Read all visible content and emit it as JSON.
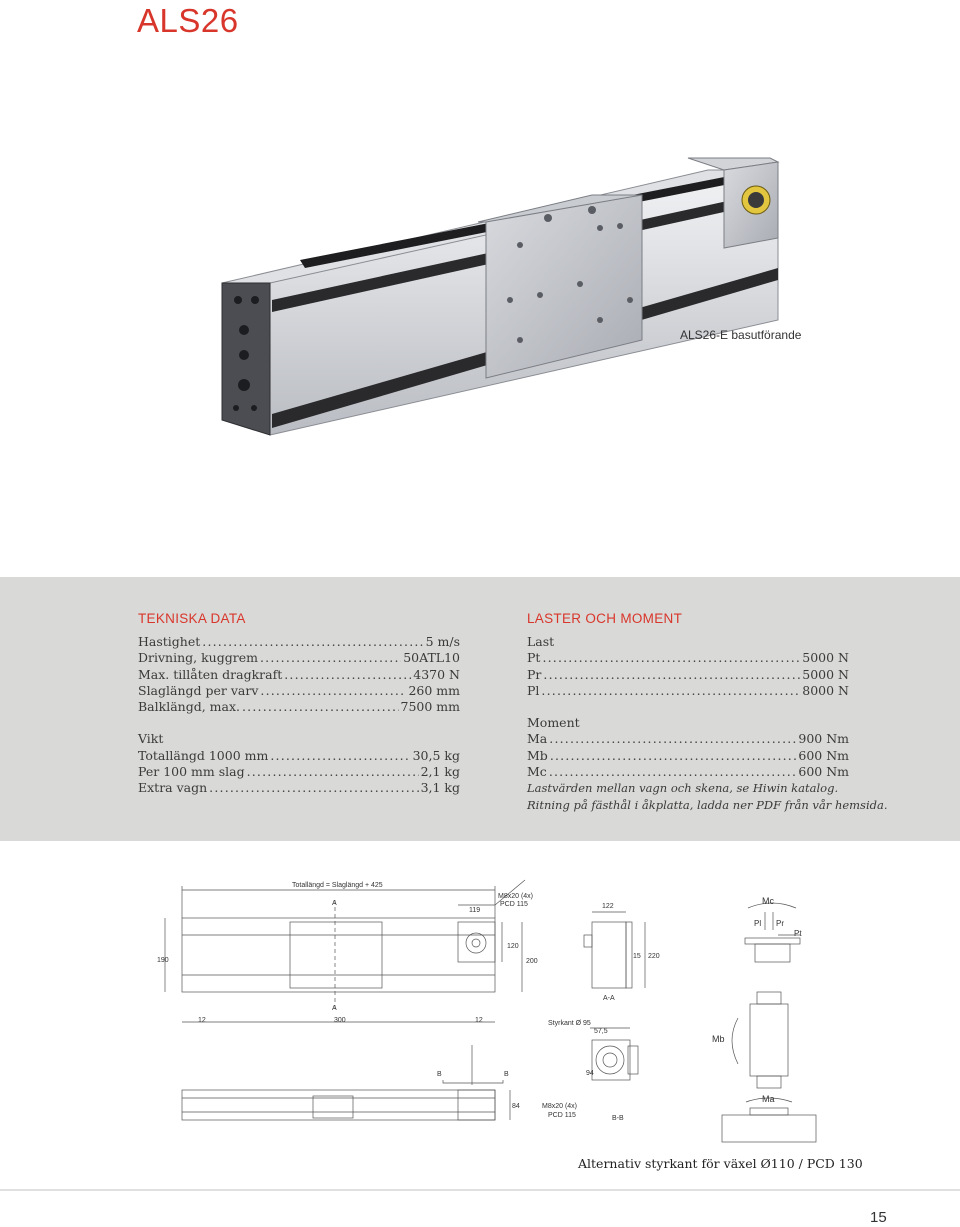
{
  "header": {
    "title": "ALS26"
  },
  "hero": {
    "caption": "ALS26-E basutförande"
  },
  "tech": {
    "heading": "TEKNISKA DATA",
    "rows": [
      {
        "label": "Hastighet",
        "value": "5 m/s"
      },
      {
        "label": "Drivning, kuggrem",
        "value": "50ATL10"
      },
      {
        "label": "Max. tillåten dragkraft",
        "value": "4370 N"
      },
      {
        "label": "Slaglängd per varv",
        "value": "260 mm"
      },
      {
        "label": "Balklängd, max.",
        "value": "7500 mm"
      }
    ],
    "weight_heading": "Vikt",
    "weight_rows": [
      {
        "label": "Totallängd 1000 mm",
        "value": "30,5 kg"
      },
      {
        "label": "Per 100 mm slag",
        "value": "2,1 kg"
      },
      {
        "label": "Extra vagn",
        "value": "3,1 kg"
      }
    ]
  },
  "loads": {
    "heading": "LASTER OCH MOMENT",
    "last_heading": "Last",
    "last_rows": [
      {
        "label": "Pt",
        "value": "5000 N"
      },
      {
        "label": "Pr",
        "value": "5000 N"
      },
      {
        "label": "Pl",
        "value": "8000 N"
      }
    ],
    "moment_heading": "Moment",
    "moment_rows": [
      {
        "label": "Ma",
        "value": "900 Nm"
      },
      {
        "label": "Mb",
        "value": "600 Nm"
      },
      {
        "label": "Mc",
        "value": "600 Nm"
      }
    ],
    "note1": "Lastvärden mellan vagn och skena, se Hiwin katalog.",
    "note2": "Ritning på fästhål i åkplatta, ladda ner PDF från vår hemsida."
  },
  "drawing": {
    "total_length": "Totallängd = Slaglängd + 425",
    "dim_119": "119",
    "dim_120": "120",
    "dim_200": "200",
    "dim_190": "190",
    "dim_12": "12",
    "dim_300": "300",
    "dim_12b": "12",
    "section_a": "A",
    "section_a2": "A",
    "thread_note_1": "M8x20 (4x)",
    "thread_note_2": "PCD 115",
    "dim_122": "122",
    "dim_15": "15",
    "dim_220": "220",
    "section_aa": "A-A",
    "styrkant": "Styrkant Ø 95",
    "dim_57_5": "57,5",
    "dim_94": "94",
    "thread_note_3": "M8x20 (4x)",
    "thread_note_4": "PCD 115",
    "section_bb": "B-B",
    "section_b1": "B",
    "section_b2": "B",
    "dim_84": "84",
    "mc": "Mc",
    "pl": "Pl",
    "pr": "Pr",
    "pt": "Pt",
    "mb": "Mb",
    "ma": "Ma"
  },
  "footer": {
    "caption": "Alternativ styrkant för växel Ø110 / PCD 130",
    "page_number": "15"
  },
  "colors": {
    "accent": "#d9362b",
    "panel": "#d9d9d7"
  }
}
